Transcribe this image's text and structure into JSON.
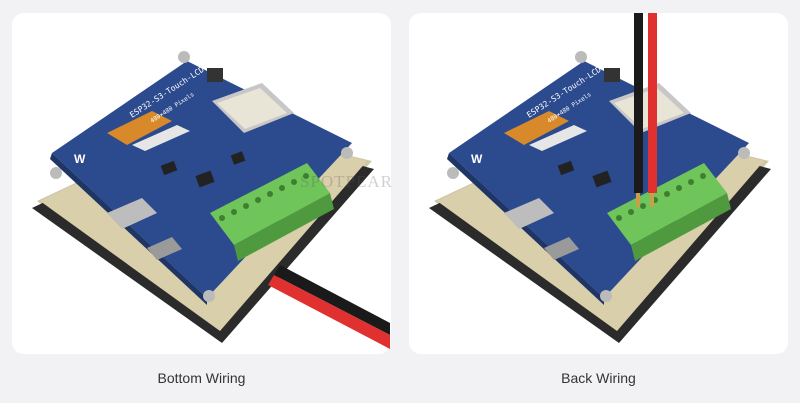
{
  "panels": [
    {
      "caption": "Bottom Wiring",
      "board_label_line1": "ESP32-S3-Touch-LCD-4",
      "board_label_line2": "480×480 Pixels",
      "logo_text": "W"
    },
    {
      "caption": "Back Wiring",
      "board_label_line1": "ESP32-S3-Touch-LCD-4",
      "board_label_line2": "480×480 Pixels",
      "logo_text": "W"
    }
  ],
  "watermark": "SPOTPEAR",
  "colors": {
    "board_blue": "#2c4a8e",
    "bezel": "#2b2b2b",
    "frame": "#cfc6a6",
    "terminal_green": "#6fc45a",
    "wire_red": "#e03030",
    "wire_black": "#1a1a1a"
  }
}
